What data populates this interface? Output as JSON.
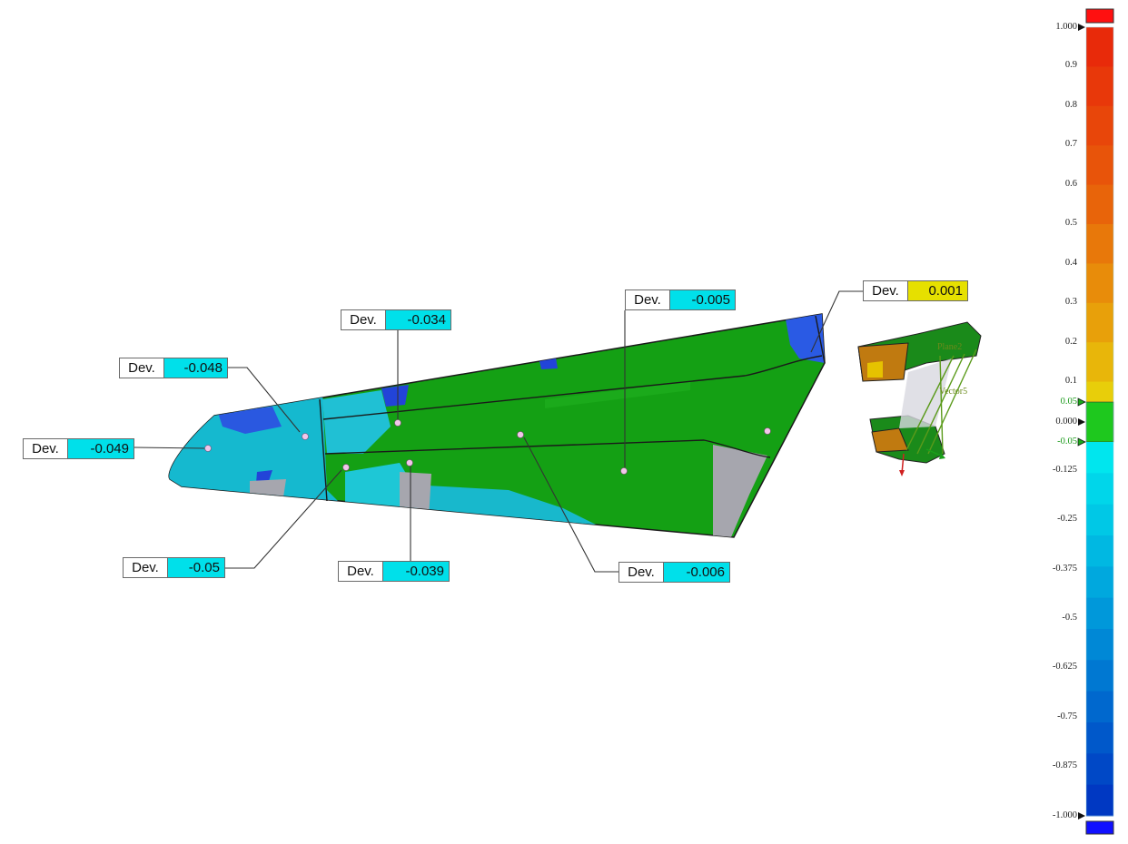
{
  "callouts": [
    {
      "label": "Dev.",
      "value": "-0.048",
      "color": "#00e0ea"
    },
    {
      "label": "Dev.",
      "value": "-0.034",
      "color": "#00e0ea"
    },
    {
      "label": "Dev.",
      "value": "-0.005",
      "color": "#00e0ea"
    },
    {
      "label": "Dev.",
      "value": "0.001",
      "color": "#e6e000"
    },
    {
      "label": "Dev.",
      "value": "-0.049",
      "color": "#00e0ea"
    },
    {
      "label": "Dev.",
      "value": "-0.05",
      "color": "#00e0ea"
    },
    {
      "label": "Dev.",
      "value": "-0.039",
      "color": "#00e0ea"
    },
    {
      "label": "Dev.",
      "value": "-0.006",
      "color": "#00e0ea"
    }
  ],
  "colorbar": {
    "ticks": [
      "1.000",
      "0.9",
      "0.8",
      "0.7",
      "0.6",
      "0.5",
      "0.4",
      "0.3",
      "0.2",
      "0.1",
      "0.05",
      "0.000",
      "-0.05",
      "-0.125",
      "-0.25",
      "-0.375",
      "-0.5",
      "-0.625",
      "-0.75",
      "-0.875",
      "-1.000"
    ],
    "over_color": "#ff0000",
    "under_color": "#0000ff",
    "in_tolerance_color": "#1ec81e"
  },
  "thumbnail": {
    "labels": [
      "Plane2",
      "Vector5"
    ]
  }
}
